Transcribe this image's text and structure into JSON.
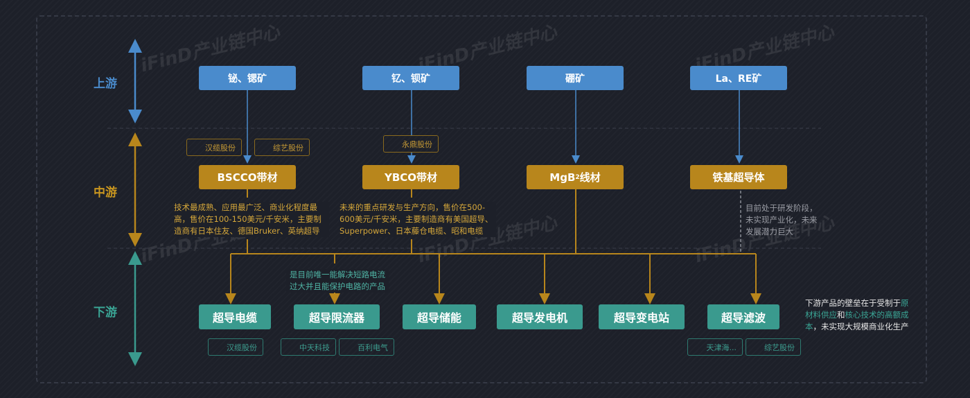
{
  "watermark": "iFinD产业链中心",
  "stages": {
    "upstream": "上游",
    "midstream": "中游",
    "downstream": "下游"
  },
  "upstream": [
    "铋、锶矿",
    "钇、钡矿",
    "硼矿",
    "La、RE矿"
  ],
  "midstream": [
    {
      "label": "BSCCO带材"
    },
    {
      "label": "YBCO带材"
    },
    {
      "label": "MgB",
      "sub": "2",
      "suffix": "线材"
    },
    {
      "label": "铁基超导体"
    }
  ],
  "mid_tags": [
    "汉缆股份",
    "综艺股份",
    "永鼎股份"
  ],
  "mid_desc": [
    "技术最成熟、应用最广泛、商业化程度最高，售价在100-150美元/千安米，主要制造商有日本住友、德国Bruker、英纳超导",
    "未来的重点研发与生产方向，售价在500-600美元/千安米，主要制造商有美国超导、Superpower、日本藤仓电缆、昭和电缆",
    "目前处于研发阶段，未实现产业化，未来发展潜力巨大"
  ],
  "downstream": [
    "超导电缆",
    "超导限流器",
    "超导储能",
    "超导发电机",
    "超导变电站",
    "超导滤波"
  ],
  "limiter_note": "是目前唯一能解决短路电流过大并且能保护电路的产品",
  "down_tags": [
    "汉缆股份",
    "中天科技",
    "百利电气",
    "天津海...",
    "综艺股份"
  ],
  "barrier_note": {
    "p1": "下游产品的壁垒在于受制于",
    "h1": "原材料供应",
    "p2": "和",
    "h2": "核心技术的高额成本",
    "p3": "，未实现大规模商业化生产"
  },
  "colors": {
    "blue": "#4a8bcc",
    "gold": "#b8861c",
    "teal": "#3a9a8e"
  }
}
